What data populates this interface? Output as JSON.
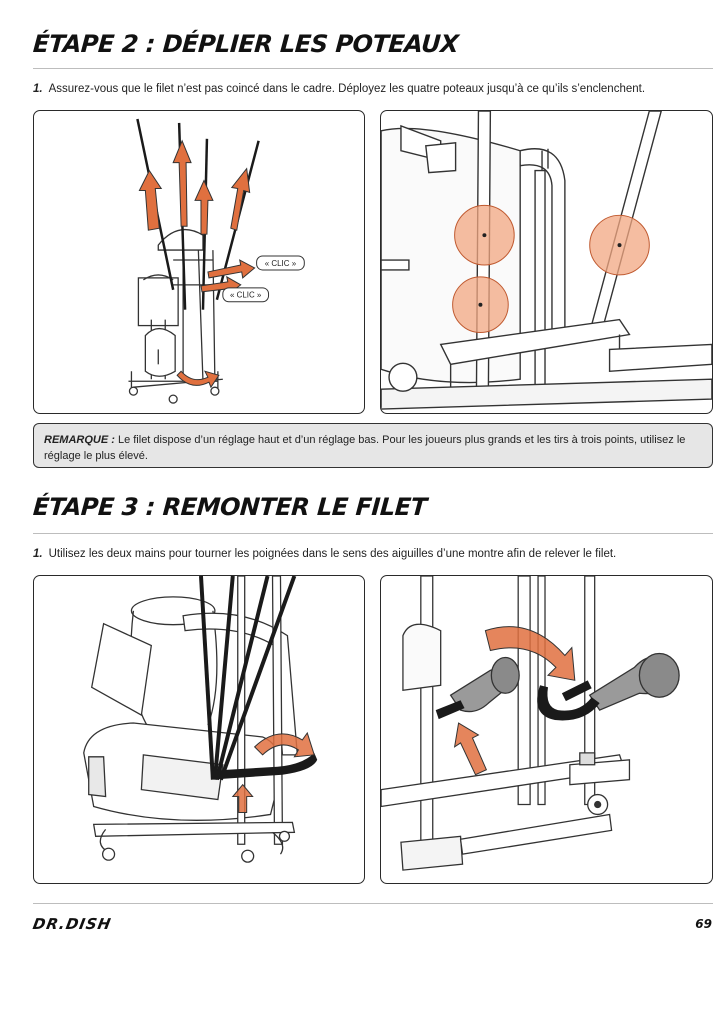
{
  "step2": {
    "title": "ÉTAPE 2 : DÉPLIER LES POTEAUX",
    "instruction_num": "1.",
    "instruction": "Assurez-vous que le filet n’est pas coincé dans le cadre. Déployez les quatre poteaux jusqu’à ce qu’ils s’enclenchent.",
    "callout_upper": "« CLIC »",
    "callout_lower": "« CLIC »"
  },
  "note": {
    "label": "REMARQUE :",
    "text": "Le filet dispose d’un réglage haut et d’un réglage bas. Pour les joueurs plus grands et les tirs à trois points, utilisez le réglage le plus élevé."
  },
  "step3": {
    "title": "ÉTAPE 3 : REMONTER LE FILET",
    "instruction_num": "1.",
    "instruction": "Utilisez les deux mains pour tourner les poignées dans le sens des aiguilles d’une montre afin de relever le filet."
  },
  "footer": {
    "brand": "DR.DISH",
    "page_number": "69"
  },
  "colors": {
    "accent_orange": "#e0703f",
    "highlight_orange": "#f2a782",
    "note_background": "#e6e6e6"
  }
}
